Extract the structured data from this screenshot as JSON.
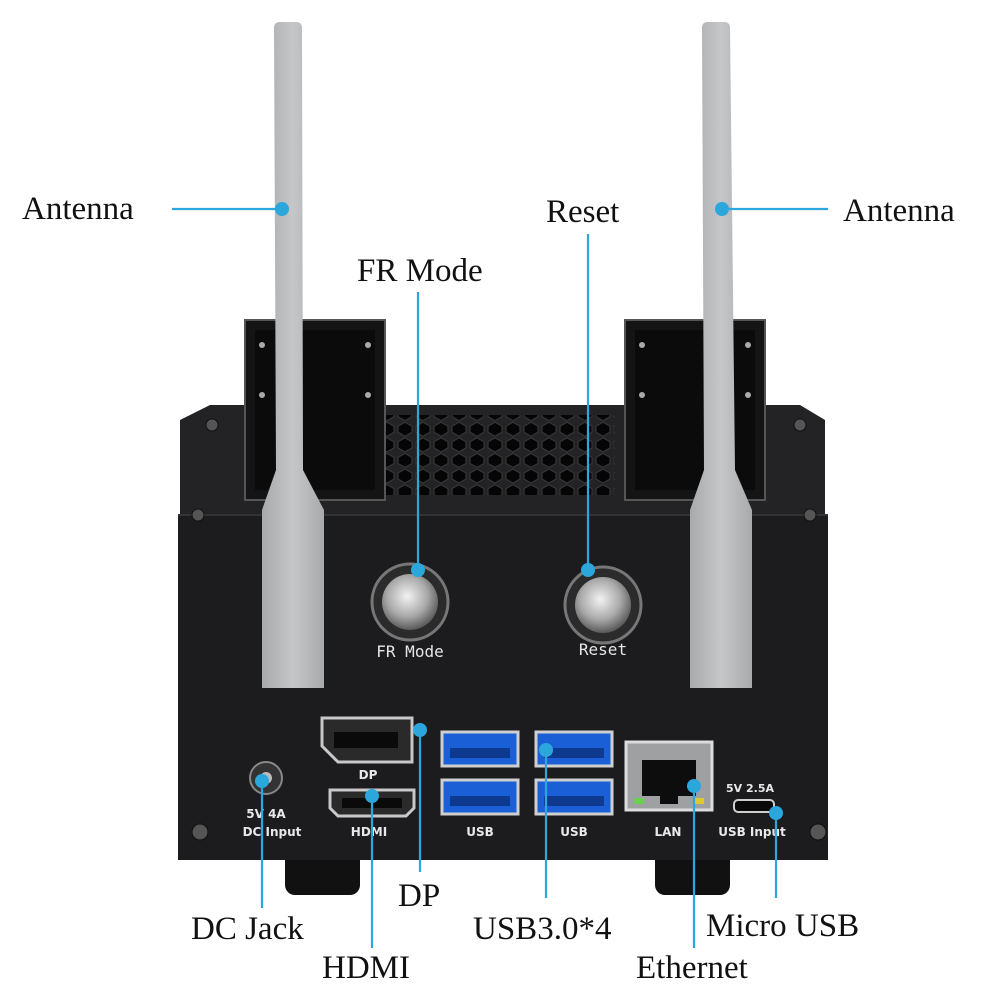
{
  "callouts": {
    "antenna_left": "Antenna",
    "antenna_right": "Antenna",
    "fr_mode": "FR Mode",
    "reset": "Reset",
    "dp": "DP",
    "dc_jack": "DC Jack",
    "hdmi": "HDMI",
    "usb": "USB3.0*4",
    "ethernet": "Ethernet",
    "micro_usb": "Micro USB"
  },
  "device_labels": {
    "fr_mode_button": "FR Mode",
    "reset_button": "Reset",
    "dp_port": "DP",
    "hdmi_port": "HDMI",
    "usb_left": "USB",
    "usb_right": "USB",
    "lan": "LAN",
    "dc_rating": "5V 4A",
    "dc_input": "DC Input",
    "usb_input_rating": "5V 2.5A",
    "usb_input": "USB Input"
  },
  "colors": {
    "leader_line": "#2ba7dc",
    "enclosure": "#1c1c1e",
    "antenna": "#b9bbbd",
    "usb3_blue": "#1b5fd6"
  }
}
